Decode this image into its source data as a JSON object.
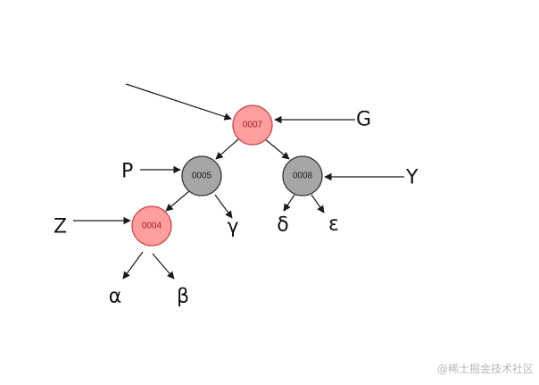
{
  "nodes": {
    "root": {
      "value": "0007",
      "color": "red"
    },
    "left": {
      "value": "0005",
      "color": "black"
    },
    "right": {
      "value": "0008",
      "color": "black"
    },
    "left_left": {
      "value": "0004",
      "color": "red"
    }
  },
  "labels": {
    "g": "G",
    "p": "P",
    "y": "Y",
    "z": "Z"
  },
  "subtrees": {
    "alpha": "α",
    "beta": "β",
    "gamma": "γ",
    "delta": "δ",
    "epsilon": "ε"
  },
  "colors": {
    "red_fill": "#ff9e9e",
    "red_stroke": "#c94a4a",
    "black_fill": "#a6a6a6",
    "black_stroke": "#3a3a3a"
  },
  "watermark": "@稀土掘金技术社区"
}
